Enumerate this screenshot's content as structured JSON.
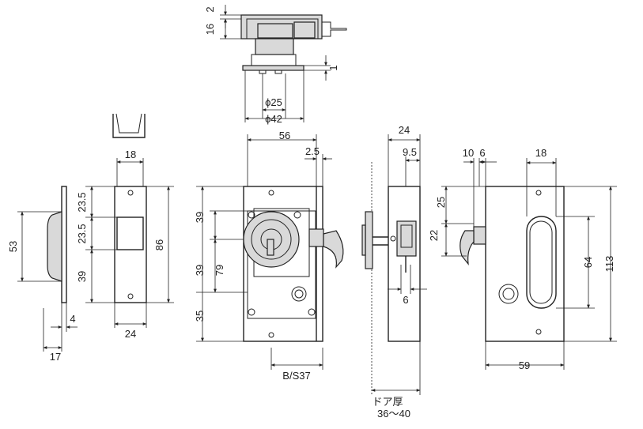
{
  "top_view": {
    "dim_top_thickness": "2",
    "dim_height": "16",
    "dim_side": "1",
    "dim_phi25": "ϕ25",
    "dim_phi42": "ϕ42"
  },
  "strike_view": {
    "dim_width": "18",
    "dim_upper_a": "23.5",
    "dim_upper_b": "23.5",
    "dim_lower": "39",
    "dim_height": "86",
    "dim_bottom": "24",
    "dim_side_height": "53",
    "dim_side_4": "4",
    "dim_side_17": "17"
  },
  "lock_body_view": {
    "dim_width": "56",
    "dim_offset": "2.5",
    "dim_39_top": "39",
    "dim_39_mid": "39",
    "dim_79": "79",
    "dim_35": "35",
    "label_backset": "B/S37"
  },
  "side_view": {
    "dim_24": "24",
    "dim_9_5": "9.5",
    "dim_6": "6",
    "door_label": "ドア厚",
    "door_range": "36〜40"
  },
  "handle_view": {
    "dim_10": "10",
    "dim_6": "6",
    "dim_18": "18",
    "dim_25": "25",
    "dim_22": "22",
    "dim_64": "64",
    "dim_113": "113",
    "dim_59": "59"
  }
}
